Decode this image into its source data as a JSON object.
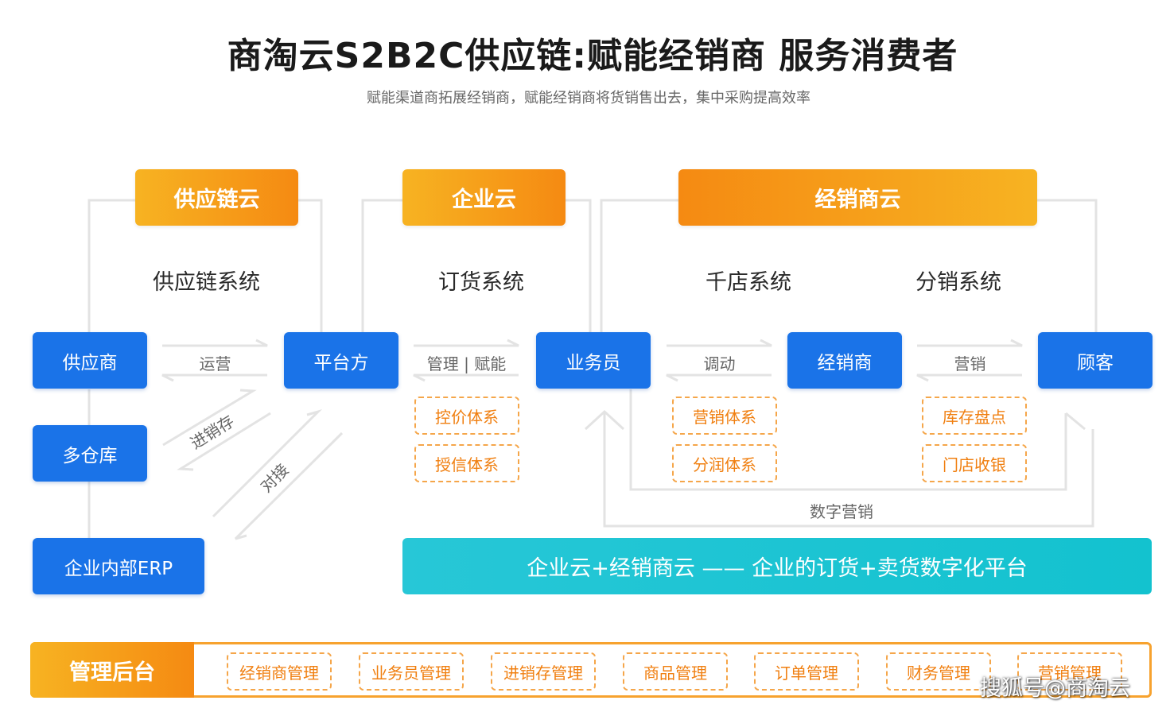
{
  "title": "商淘云S2B2C供应链:赋能经销商 服务消费者",
  "subtitle": "赋能渠道商拓展经销商，赋能经销商将货销售出去，集中采购提高效率",
  "clouds": {
    "supply": "供应链云",
    "enterprise": "企业云",
    "dealer": "经销商云"
  },
  "systems": {
    "supply_chain": "供应链系统",
    "ordering": "订货系统",
    "thousand_store": "千店系统",
    "distribution": "分销系统"
  },
  "nodes": {
    "supplier": "供应商",
    "warehouse": "多仓库",
    "erp": "企业内部ERP",
    "platform": "平台方",
    "salesman": "业务员",
    "dealer": "经销商",
    "customer": "顾客"
  },
  "arrow_labels": {
    "operate": "运营",
    "manage_empower": "管理 | 赋能",
    "allocate": "调动",
    "marketing": "营销",
    "inventory_flow": "进销存",
    "dock": "对接",
    "digital_marketing": "数字营销"
  },
  "dashed_boxes": {
    "price_control": "控价体系",
    "credit": "授信体系",
    "marketing_system": "营销体系",
    "profit_sharing": "分润体系",
    "stock_check": "库存盘点",
    "store_cashier": "门店收银"
  },
  "platform_bar": "企业云+经销商云 —— 企业的订货+卖货数字化平台",
  "management": {
    "head": "管理后台",
    "items": [
      "经销商管理",
      "业务员管理",
      "进销存管理",
      "商品管理",
      "订单管理",
      "财务管理",
      "营销管理"
    ]
  },
  "watermark": "搜狐号@商淘云",
  "colors": {
    "node_blue": "#1a73e8",
    "cloud_orange": "#f58a12",
    "teal": "#13c2cf",
    "dashed_orange": "#f5a64a"
  }
}
